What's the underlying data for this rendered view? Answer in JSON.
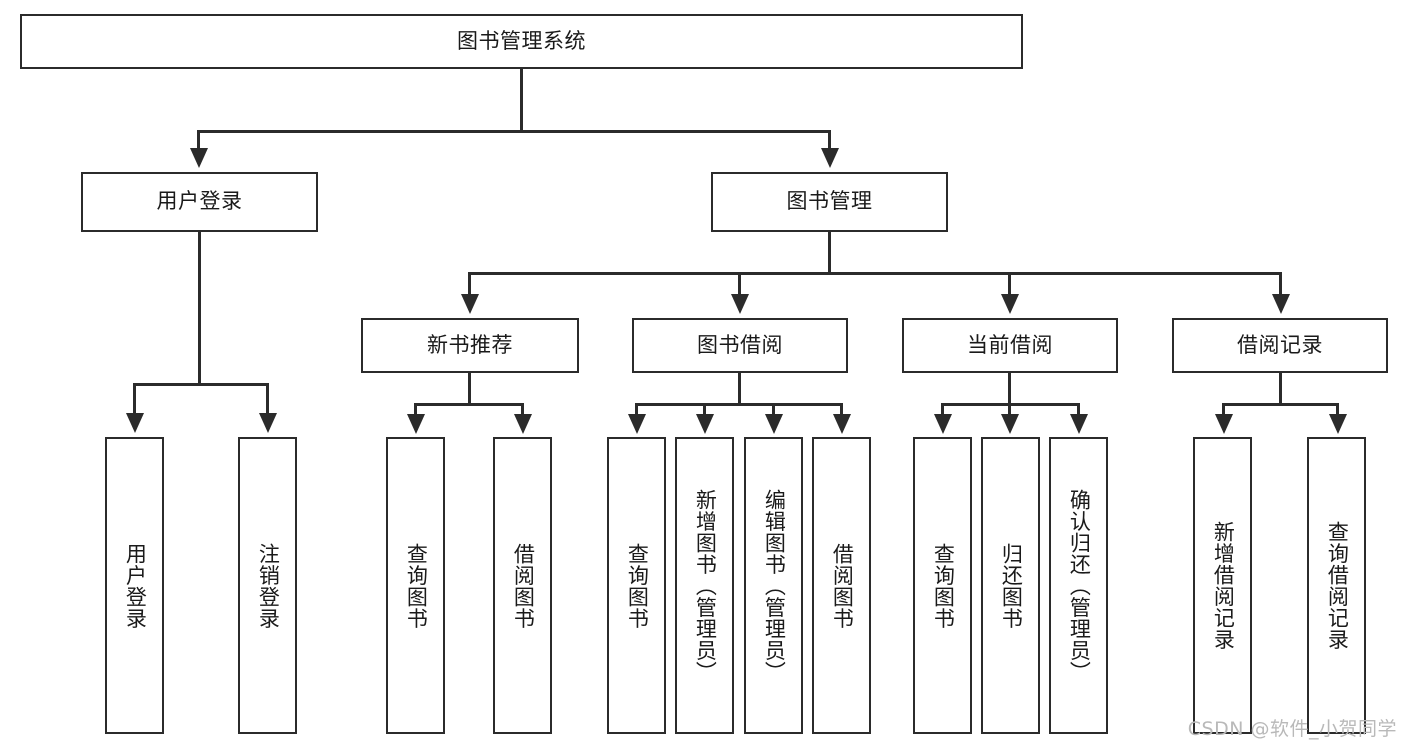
{
  "diagram": {
    "type": "tree",
    "title": "图书管理系统",
    "root": {
      "label": "图书管理系统"
    },
    "level2": [
      {
        "label": "用户登录"
      },
      {
        "label": "图书管理"
      }
    ],
    "level3": [
      {
        "label": "新书推荐"
      },
      {
        "label": "图书借阅"
      },
      {
        "label": "当前借阅"
      },
      {
        "label": "借阅记录"
      }
    ],
    "leaves": {
      "user_login": [
        {
          "label": "用户登录"
        },
        {
          "label": "注销登录"
        }
      ],
      "new_book_recommend": [
        {
          "label": "查询图书"
        },
        {
          "label": "借阅图书"
        }
      ],
      "book_borrow": [
        {
          "label": "查询图书"
        },
        {
          "label": "新增图书（管理员）"
        },
        {
          "label": "编辑图书（管理员）"
        },
        {
          "label": "借阅图书"
        }
      ],
      "current_borrow": [
        {
          "label": "查询图书"
        },
        {
          "label": "归还图书"
        },
        {
          "label": "确认归还（管理员）"
        }
      ],
      "borrow_record": [
        {
          "label": "新增借阅记录"
        },
        {
          "label": "查询借阅记录"
        }
      ]
    }
  },
  "watermark": {
    "text": "CSDN @软件_小贺同学"
  },
  "colors": {
    "stroke": "#2b2b2b",
    "background": "#ffffff",
    "text": "#1a1a1a",
    "watermark": "#b9b9b9"
  }
}
